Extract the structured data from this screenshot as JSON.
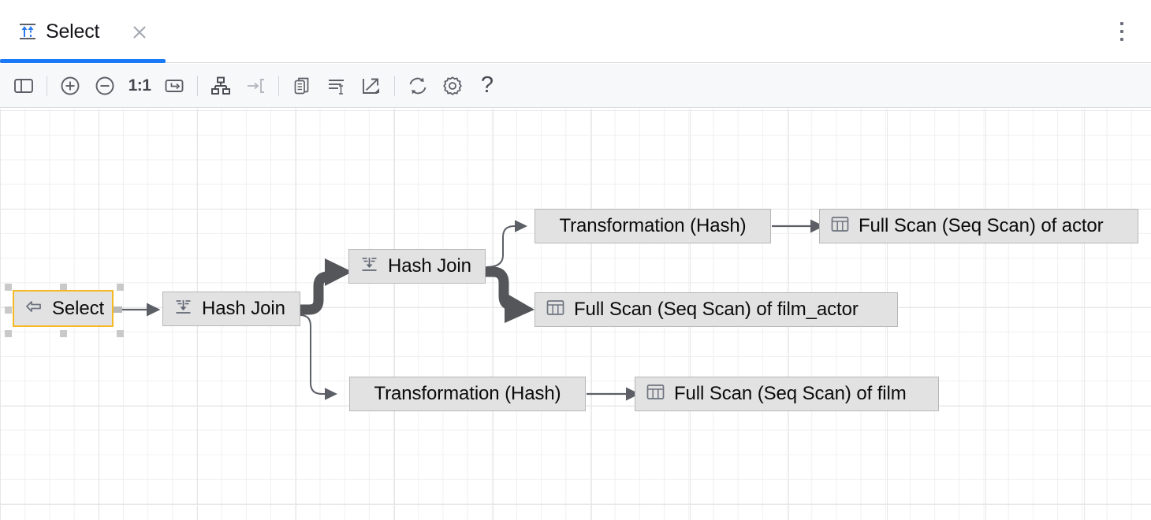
{
  "tab": {
    "label": "Select",
    "icon": "select-plan-icon",
    "close_icon": "close-icon",
    "active_color": "#1a7af8"
  },
  "header": {
    "kebab_icon": "more-options-icon"
  },
  "toolbar": {
    "items": [
      {
        "name": "toggle-sidebar-button",
        "icon": "sidebar-panel-icon",
        "label": ""
      },
      {
        "name": "zoom-in-button",
        "icon": "plus-circle-icon",
        "label": ""
      },
      {
        "name": "zoom-out-button",
        "icon": "minus-circle-icon",
        "label": ""
      },
      {
        "name": "actual-size-button",
        "icon": "one-to-one-icon",
        "label": "1:1"
      },
      {
        "name": "fit-content-button",
        "icon": "fit-screen-icon",
        "label": ""
      },
      {
        "name": "layout-hierarchy-button",
        "icon": "hierarchy-icon",
        "label": ""
      },
      {
        "name": "collapse-button",
        "icon": "arrow-to-bracket-icon",
        "label": ""
      },
      {
        "name": "copy-button",
        "icon": "copy-document-icon",
        "label": ""
      },
      {
        "name": "show-text-button",
        "icon": "text-lines-icon",
        "label": ""
      },
      {
        "name": "export-button",
        "icon": "export-arrow-icon",
        "label": ""
      },
      {
        "name": "refresh-button",
        "icon": "refresh-icon",
        "label": ""
      },
      {
        "name": "settings-button",
        "icon": "gear-icon",
        "label": ""
      },
      {
        "name": "help-button",
        "icon": "question-mark-icon",
        "label": "?"
      }
    ]
  },
  "diagram": {
    "nodes": [
      {
        "id": "select",
        "label": "Select",
        "icon": "left-arrow-icon",
        "selected": true
      },
      {
        "id": "hashjoin1",
        "label": "Hash Join",
        "icon": "hash-join-icon",
        "selected": false
      },
      {
        "id": "hashjoin2",
        "label": "Hash Join",
        "icon": "hash-join-icon",
        "selected": false
      },
      {
        "id": "transform1",
        "label": "Transformation (Hash)",
        "icon": "",
        "selected": false
      },
      {
        "id": "scan-actor",
        "label": "Full Scan (Seq Scan) of actor",
        "icon": "table-icon",
        "selected": false
      },
      {
        "id": "scan-filmactor",
        "label": "Full Scan (Seq Scan) of film_actor",
        "icon": "table-icon",
        "selected": false
      },
      {
        "id": "transform2",
        "label": "Transformation (Hash)",
        "icon": "",
        "selected": false
      },
      {
        "id": "scan-film",
        "label": "Full Scan (Seq Scan) of film",
        "icon": "table-icon",
        "selected": false
      }
    ],
    "edges": [
      {
        "from": "select",
        "to": "hashjoin1",
        "weight": "thin"
      },
      {
        "from": "hashjoin1",
        "to": "hashjoin2",
        "weight": "thick"
      },
      {
        "from": "hashjoin1",
        "to": "transform2",
        "weight": "thin"
      },
      {
        "from": "hashjoin2",
        "to": "transform1",
        "weight": "thin"
      },
      {
        "from": "hashjoin2",
        "to": "scan-filmactor",
        "weight": "thick"
      },
      {
        "from": "transform1",
        "to": "scan-actor",
        "weight": "thin"
      },
      {
        "from": "transform2",
        "to": "scan-film",
        "weight": "thin"
      }
    ],
    "colors": {
      "node_fill": "#e2e2e2",
      "node_border": "#b7b7b7",
      "selection_border": "#f5b924",
      "edge_thin": "#5c5f66",
      "edge_thick": "#54565a",
      "grid_line": "#e6e6e8"
    }
  }
}
